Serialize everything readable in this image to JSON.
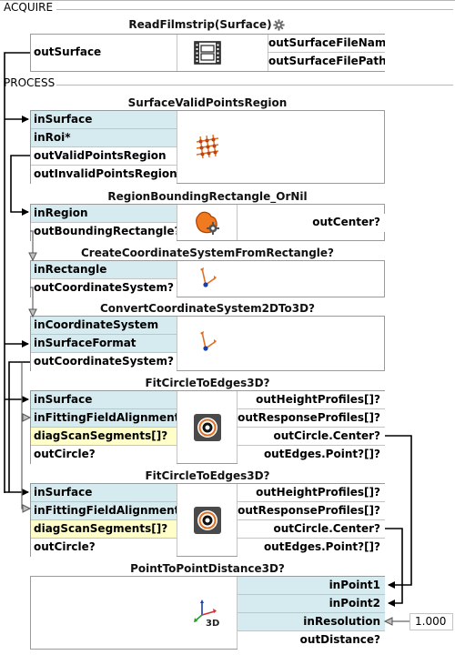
{
  "sections": {
    "acquire": "ACQUIRE",
    "process": "PROCESS"
  },
  "blocks": {
    "read_filmstrip": {
      "title": "ReadFilmstrip(Surface)",
      "outputs_left": [
        "outSurface"
      ],
      "outputs_right": [
        "outSurfaceFileName",
        "outSurfaceFilePath"
      ]
    },
    "surface_valid": {
      "title": "SurfaceValidPointsRegion",
      "inputs": [
        "inSurface",
        "inRoi*"
      ],
      "outputs": [
        "outValidPointsRegion",
        "outInvalidPointsRegion"
      ]
    },
    "region_bounding": {
      "title": "RegionBoundingRectangle_OrNil",
      "inputs": [
        "inRegion"
      ],
      "outputs_left": [
        "outBoundingRectangle?"
      ],
      "outputs_right": [
        "outCenter?"
      ]
    },
    "create_coord": {
      "title": "CreateCoordinateSystemFromRectangle?",
      "inputs": [
        "inRectangle"
      ],
      "outputs": [
        "outCoordinateSystem?"
      ]
    },
    "convert_coord": {
      "title": "ConvertCoordinateSystem2DTo3D?",
      "inputs": [
        "inCoordinateSystem",
        "inSurfaceFormat"
      ],
      "outputs": [
        "outCoordinateSystem?"
      ]
    },
    "fit_circle_1": {
      "title": "FitCircleToEdges3D?",
      "inputs": [
        "inSurface",
        "inFittingFieldAlignment*",
        "diagScanSegments[]?"
      ],
      "outputs_left": [
        "outCircle?"
      ],
      "outputs_right": [
        "outHeightProfiles[]?",
        "outResponseProfiles[]?",
        "outCircle.Center?",
        "outEdges.Point?[]?"
      ]
    },
    "fit_circle_2": {
      "title": "FitCircleToEdges3D?",
      "inputs": [
        "inSurface",
        "inFittingFieldAlignment*",
        "diagScanSegments[]?"
      ],
      "outputs_left": [
        "outCircle?"
      ],
      "outputs_right": [
        "outHeightProfiles[]?",
        "outResponseProfiles[]?",
        "outCircle.Center?",
        "outEdges.Point?[]?"
      ]
    },
    "point_distance": {
      "title": "PointToPointDistance3D?",
      "inputs_right": [
        "inPoint1",
        "inPoint2",
        "inResolution"
      ],
      "outputs_right": [
        "outDistance?"
      ],
      "resolution_value": "1.000",
      "icon_label": "3D"
    }
  },
  "icons": {
    "read_filmstrip": "filmstrip-icon",
    "surface_valid": "grid-points-icon",
    "region_bounding": "region-gear-icon",
    "create_coord": "coordinate-axes-icon",
    "convert_coord": "coordinate-axes-icon",
    "fit_circle": "circle-target-icon",
    "point_distance": "3d-axes-icon"
  },
  "colors": {
    "input_port": "#d6ebf0",
    "diag_port": "#fffec8",
    "wire": "#000000",
    "border": "#9a9a9a"
  }
}
